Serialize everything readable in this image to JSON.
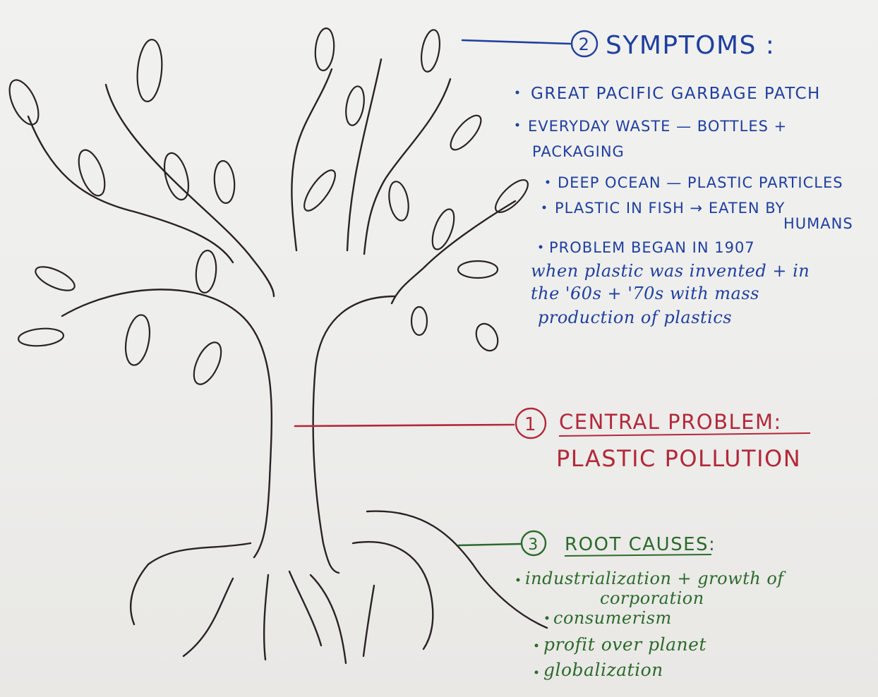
{
  "symptoms": {
    "number": "2",
    "heading": "SYMPTOMS :",
    "items": [
      "GREAT PACIFIC GARBAGE PATCH",
      "EVERYDAY WASTE — BOTTLES +",
      "PACKAGING",
      "DEEP OCEAN — PLASTIC PARTICLES",
      "PLASTIC IN FISH → EATEN BY",
      "HUMANS",
      "PROBLEM BEGAN IN 1907",
      "when plastic was invented + in",
      "the '60s + '70s with mass",
      "production of plastics"
    ]
  },
  "central": {
    "number": "1",
    "heading": "CENTRAL PROBLEM:",
    "subject": "PLASTIC POLLUTION"
  },
  "roots": {
    "number": "3",
    "heading": "ROOT CAUSES:",
    "items": [
      "industrialization + growth of",
      "corporation",
      "consumerism",
      "profit over planet",
      "globalization"
    ]
  },
  "colors": {
    "paper": "#eeeeec",
    "tree_ink": "#2a2226",
    "symptoms_ink": "#1f3f9f",
    "central_ink": "#b3283a",
    "roots_ink": "#2b6a2c"
  }
}
